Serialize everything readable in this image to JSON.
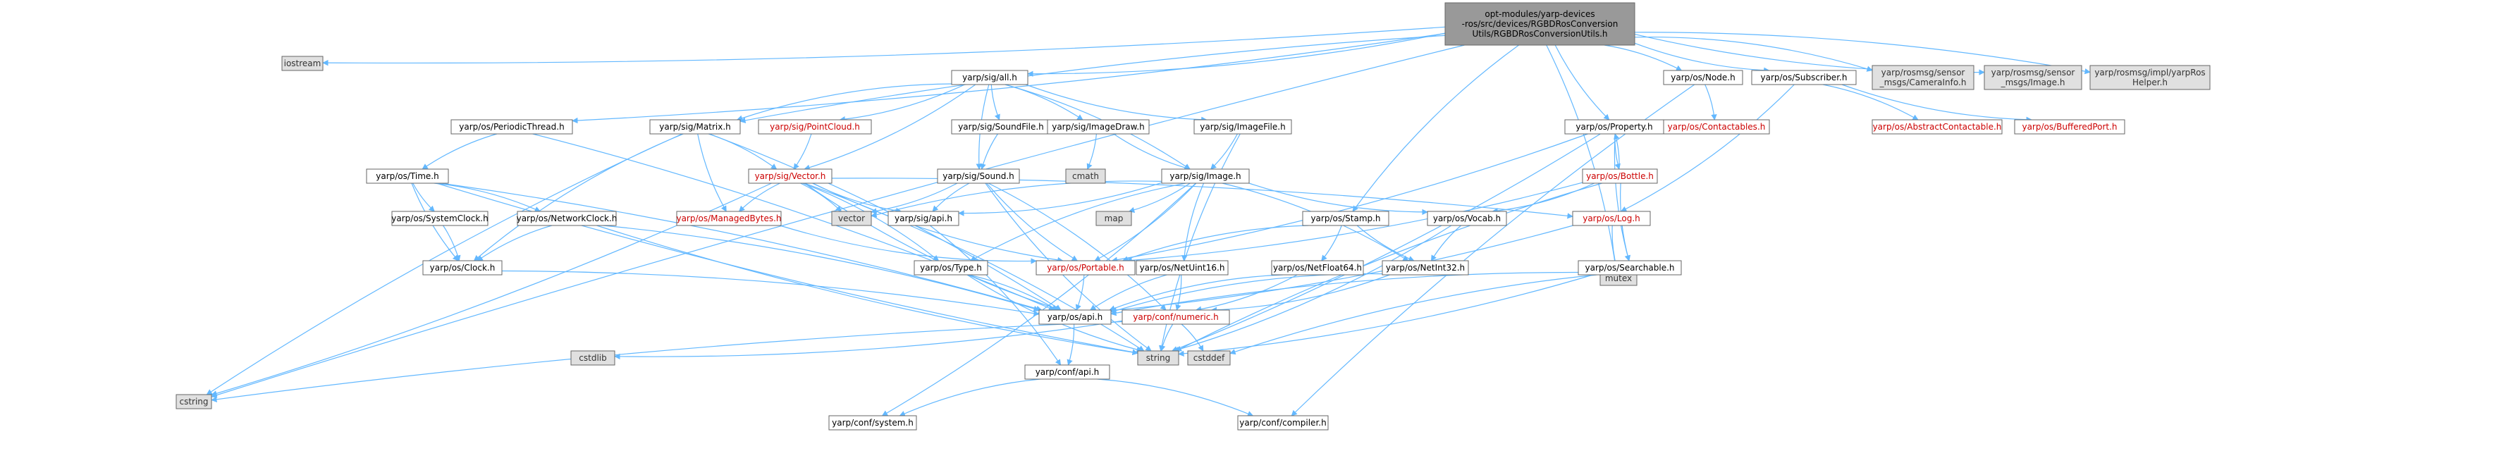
{
  "colors": {
    "edge": "#63b8ff",
    "root_fill": "#999999",
    "node_fill": "#ffffff",
    "external_fill": "#e0e0e0",
    "node_border": "#666666",
    "missing_text": "#cc0000"
  },
  "nodes": [
    {
      "id": "root",
      "lines": [
        "opt-modules/yarp-devices",
        "-ros/src/devices/RGBDRosConversion",
        "Utils/RGBDRosConversionUtils.h"
      ],
      "kind": "root",
      "interactable": true
    },
    {
      "id": "iostream",
      "lines": [
        "iostream"
      ],
      "kind": "external",
      "interactable": false
    },
    {
      "id": "cstring",
      "lines": [
        "cstring"
      ],
      "kind": "external",
      "interactable": false
    },
    {
      "id": "periodicthread",
      "lines": [
        "yarp/os/PeriodicThread.h"
      ],
      "kind": "normal",
      "interactable": true
    },
    {
      "id": "sigmatrix",
      "lines": [
        "yarp/sig/Matrix.h"
      ],
      "kind": "normal",
      "interactable": true
    },
    {
      "id": "sigall",
      "lines": [
        "yarp/sig/all.h"
      ],
      "kind": "normal",
      "interactable": true
    },
    {
      "id": "stamp",
      "lines": [
        "yarp/os/Stamp.h"
      ],
      "kind": "normal",
      "interactable": true
    },
    {
      "id": "mutex",
      "lines": [
        "mutex"
      ],
      "kind": "external",
      "interactable": false
    },
    {
      "id": "property",
      "lines": [
        "yarp/os/Property.h"
      ],
      "kind": "normal",
      "interactable": true
    },
    {
      "id": "node",
      "lines": [
        "yarp/os/Node.h"
      ],
      "kind": "normal",
      "interactable": true
    },
    {
      "id": "subscriber",
      "lines": [
        "yarp/os/Subscriber.h"
      ],
      "kind": "normal",
      "interactable": true
    },
    {
      "id": "camerainfo",
      "lines": [
        "yarp/rosmsg/sensor",
        "_msgs/CameraInfo.h"
      ],
      "kind": "external",
      "interactable": false
    },
    {
      "id": "rosimage",
      "lines": [
        "yarp/rosmsg/sensor",
        "_msgs/Image.h"
      ],
      "kind": "external",
      "interactable": false
    },
    {
      "id": "roshelper",
      "lines": [
        "yarp/rosmsg/impl/yarpRos",
        "Helper.h"
      ],
      "kind": "external",
      "interactable": false
    },
    {
      "id": "time",
      "lines": [
        "yarp/os/Time.h"
      ],
      "kind": "normal",
      "interactable": true
    },
    {
      "id": "pointcloud",
      "lines": [
        "yarp/sig/PointCloud.h"
      ],
      "kind": "missing",
      "interactable": true
    },
    {
      "id": "soundfile",
      "lines": [
        "yarp/sig/SoundFile.h"
      ],
      "kind": "normal",
      "interactable": true
    },
    {
      "id": "imagedraw",
      "lines": [
        "yarp/sig/ImageDraw.h"
      ],
      "kind": "normal",
      "interactable": true
    },
    {
      "id": "imagefile",
      "lines": [
        "yarp/sig/ImageFile.h"
      ],
      "kind": "normal",
      "interactable": true
    },
    {
      "id": "contactables",
      "lines": [
        "yarp/os/Contactables.h"
      ],
      "kind": "missing",
      "interactable": true
    },
    {
      "id": "abstractcontactable",
      "lines": [
        "yarp/os/AbstractContactable.h"
      ],
      "kind": "missing",
      "interactable": true
    },
    {
      "id": "bufferedport",
      "lines": [
        "yarp/os/BufferedPort.h"
      ],
      "kind": "missing",
      "interactable": true
    },
    {
      "id": "sigvector",
      "lines": [
        "yarp/sig/Vector.h"
      ],
      "kind": "missing",
      "interactable": true
    },
    {
      "id": "sound",
      "lines": [
        "yarp/sig/Sound.h"
      ],
      "kind": "normal",
      "interactable": true
    },
    {
      "id": "cmath",
      "lines": [
        "cmath"
      ],
      "kind": "external",
      "interactable": false
    },
    {
      "id": "image",
      "lines": [
        "yarp/sig/Image.h"
      ],
      "kind": "normal",
      "interactable": true
    },
    {
      "id": "bottle",
      "lines": [
        "yarp/os/Bottle.h"
      ],
      "kind": "missing",
      "interactable": true
    },
    {
      "id": "systemclock",
      "lines": [
        "yarp/os/SystemClock.h"
      ],
      "kind": "normal",
      "interactable": true
    },
    {
      "id": "networkclock",
      "lines": [
        "yarp/os/NetworkClock.h"
      ],
      "kind": "normal",
      "interactable": true
    },
    {
      "id": "managedbytes",
      "lines": [
        "yarp/os/ManagedBytes.h"
      ],
      "kind": "missing",
      "interactable": true
    },
    {
      "id": "vector",
      "lines": [
        "vector"
      ],
      "kind": "external",
      "interactable": false
    },
    {
      "id": "sigapi",
      "lines": [
        "yarp/sig/api.h"
      ],
      "kind": "normal",
      "interactable": true
    },
    {
      "id": "map",
      "lines": [
        "map"
      ],
      "kind": "external",
      "interactable": false
    },
    {
      "id": "vocab",
      "lines": [
        "yarp/os/Vocab.h"
      ],
      "kind": "normal",
      "interactable": true
    },
    {
      "id": "log",
      "lines": [
        "yarp/os/Log.h"
      ],
      "kind": "missing",
      "interactable": true
    },
    {
      "id": "clock",
      "lines": [
        "yarp/os/Clock.h"
      ],
      "kind": "normal",
      "interactable": true
    },
    {
      "id": "type",
      "lines": [
        "yarp/os/Type.h"
      ],
      "kind": "normal",
      "interactable": true
    },
    {
      "id": "portable",
      "lines": [
        "yarp/os/Portable.h"
      ],
      "kind": "missing",
      "interactable": true
    },
    {
      "id": "netuint16",
      "lines": [
        "yarp/os/NetUint16.h"
      ],
      "kind": "normal",
      "interactable": true
    },
    {
      "id": "netfloat64",
      "lines": [
        "yarp/os/NetFloat64.h"
      ],
      "kind": "normal",
      "interactable": true
    },
    {
      "id": "netint32",
      "lines": [
        "yarp/os/NetInt32.h"
      ],
      "kind": "normal",
      "interactable": true
    },
    {
      "id": "searchable",
      "lines": [
        "yarp/os/Searchable.h"
      ],
      "kind": "normal",
      "interactable": true
    },
    {
      "id": "osapi",
      "lines": [
        "yarp/os/api.h"
      ],
      "kind": "normal",
      "interactable": true
    },
    {
      "id": "numeric",
      "lines": [
        "yarp/conf/numeric.h"
      ],
      "kind": "missing",
      "interactable": true
    },
    {
      "id": "cstdlib",
      "lines": [
        "cstdlib"
      ],
      "kind": "external",
      "interactable": false
    },
    {
      "id": "string",
      "lines": [
        "string"
      ],
      "kind": "external",
      "interactable": false
    },
    {
      "id": "cstddef",
      "lines": [
        "cstddef"
      ],
      "kind": "external",
      "interactable": false
    },
    {
      "id": "confapi",
      "lines": [
        "yarp/conf/api.h"
      ],
      "kind": "normal",
      "interactable": true
    },
    {
      "id": "system",
      "lines": [
        "yarp/conf/system.h"
      ],
      "kind": "normal",
      "interactable": true
    },
    {
      "id": "compiler",
      "lines": [
        "yarp/conf/compiler.h"
      ],
      "kind": "normal",
      "interactable": true
    }
  ],
  "edges": [
    [
      "root",
      "iostream"
    ],
    [
      "root",
      "cstring"
    ],
    [
      "root",
      "periodicthread"
    ],
    [
      "root",
      "sigmatrix"
    ],
    [
      "root",
      "sigall"
    ],
    [
      "root",
      "stamp"
    ],
    [
      "root",
      "mutex"
    ],
    [
      "root",
      "property"
    ],
    [
      "root",
      "node"
    ],
    [
      "root",
      "subscriber"
    ],
    [
      "root",
      "camerainfo"
    ],
    [
      "root",
      "rosimage"
    ],
    [
      "root",
      "roshelper"
    ],
    [
      "periodicthread",
      "time"
    ],
    [
      "periodicthread",
      "osapi"
    ],
    [
      "sigall",
      "sigmatrix"
    ],
    [
      "sigall",
      "pointcloud"
    ],
    [
      "sigall",
      "soundfile"
    ],
    [
      "sigall",
      "imagedraw"
    ],
    [
      "sigall",
      "imagefile"
    ],
    [
      "sigall",
      "sigvector"
    ],
    [
      "sigall",
      "sound"
    ],
    [
      "sigall",
      "image"
    ],
    [
      "sigmatrix",
      "cstring"
    ],
    [
      "sigmatrix",
      "sigvector"
    ],
    [
      "sigmatrix",
      "managedbytes"
    ],
    [
      "sigmatrix",
      "osapi"
    ],
    [
      "sigmatrix",
      "clock"
    ],
    [
      "pointcloud",
      "sigvector"
    ],
    [
      "soundfile",
      "sound"
    ],
    [
      "imagedraw",
      "cmath"
    ],
    [
      "imagedraw",
      "image"
    ],
    [
      "imagefile",
      "image"
    ],
    [
      "imagefile",
      "string"
    ],
    [
      "node",
      "contactables"
    ],
    [
      "node",
      "compiler"
    ],
    [
      "subscriber",
      "abstractcontactable"
    ],
    [
      "subscriber",
      "bufferedport"
    ],
    [
      "subscriber",
      "log"
    ],
    [
      "property",
      "bottle"
    ],
    [
      "property",
      "portable"
    ],
    [
      "property",
      "searchable"
    ],
    [
      "property",
      "string"
    ],
    [
      "bottle",
      "property"
    ],
    [
      "bottle",
      "portable"
    ],
    [
      "bottle",
      "searchable"
    ],
    [
      "bottle",
      "vocab"
    ],
    [
      "bottle",
      "string"
    ],
    [
      "sigvector",
      "cstring"
    ],
    [
      "sigvector",
      "managedbytes"
    ],
    [
      "sigvector",
      "vector"
    ],
    [
      "sigvector",
      "sigapi"
    ],
    [
      "sigvector",
      "type"
    ],
    [
      "sigvector",
      "portable"
    ],
    [
      "sigvector",
      "log"
    ],
    [
      "sigvector",
      "osapi"
    ],
    [
      "sigvector",
      "string"
    ],
    [
      "sound",
      "sigapi"
    ],
    [
      "sound",
      "vector"
    ],
    [
      "sound",
      "portable"
    ],
    [
      "sound",
      "numeric"
    ],
    [
      "sound",
      "string"
    ],
    [
      "image",
      "sigapi"
    ],
    [
      "image",
      "vector"
    ],
    [
      "image",
      "map"
    ],
    [
      "image",
      "type"
    ],
    [
      "image",
      "portable"
    ],
    [
      "image",
      "netuint16"
    ],
    [
      "image",
      "netint32"
    ],
    [
      "image",
      "vocab"
    ],
    [
      "image",
      "system"
    ],
    [
      "time",
      "systemclock"
    ],
    [
      "time",
      "networkclock"
    ],
    [
      "time",
      "clock"
    ],
    [
      "time",
      "osapi"
    ],
    [
      "time",
      "string"
    ],
    [
      "systemclock",
      "clock"
    ],
    [
      "networkclock",
      "clock"
    ],
    [
      "networkclock",
      "osapi"
    ],
    [
      "networkclock",
      "string"
    ],
    [
      "clock",
      "osapi"
    ],
    [
      "managedbytes",
      "portable"
    ],
    [
      "sigapi",
      "confapi"
    ],
    [
      "stamp",
      "portable"
    ],
    [
      "stamp",
      "netfloat64"
    ],
    [
      "stamp",
      "netint32"
    ],
    [
      "type",
      "osapi"
    ],
    [
      "type",
      "string"
    ],
    [
      "portable",
      "osapi"
    ],
    [
      "vocab",
      "netint32"
    ],
    [
      "vocab",
      "string"
    ],
    [
      "log",
      "mutex"
    ],
    [
      "log",
      "osapi"
    ],
    [
      "netuint16",
      "osapi"
    ],
    [
      "netuint16",
      "numeric"
    ],
    [
      "netfloat64",
      "osapi"
    ],
    [
      "netfloat64",
      "numeric"
    ],
    [
      "netint32",
      "osapi"
    ],
    [
      "netint32",
      "numeric"
    ],
    [
      "searchable",
      "osapi"
    ],
    [
      "searchable",
      "string"
    ],
    [
      "searchable",
      "cstddef"
    ],
    [
      "osapi",
      "confapi"
    ],
    [
      "numeric",
      "cstring"
    ],
    [
      "numeric",
      "cstdlib"
    ],
    [
      "numeric",
      "string"
    ],
    [
      "numeric",
      "cstddef"
    ],
    [
      "confapi",
      "system"
    ],
    [
      "confapi",
      "compiler"
    ]
  ]
}
